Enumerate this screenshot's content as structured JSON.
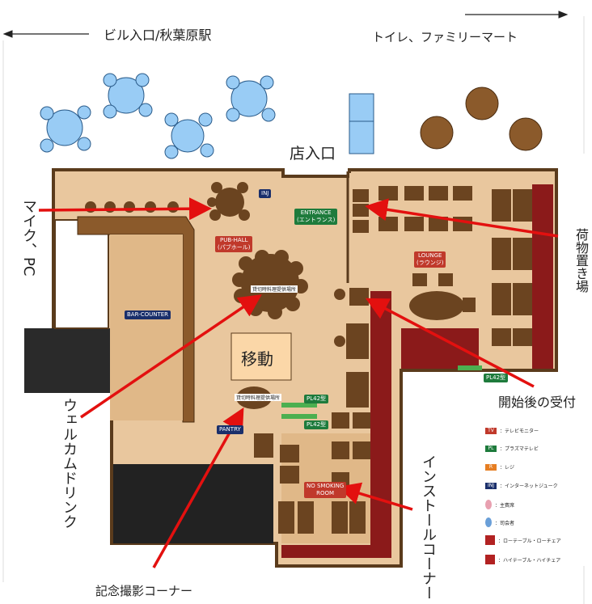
{
  "outside": {
    "left_arrow_label": "ビル入口/秋葉原駅",
    "right_arrow_label": "トイレ、ファミリーマート",
    "entrance_label": "店入口"
  },
  "rooms": {
    "entrance": {
      "title": "ENTRANCE",
      "sub": "(エントランス)"
    },
    "pub_hall": {
      "title": "PUB-HALL",
      "sub": "(パブホール)"
    },
    "lounge": {
      "title": "LOUNGE",
      "sub": "(ラウンジ)"
    },
    "bar_counter": "BAR-COUNTER",
    "pantry": "PANTRY",
    "no_smoking": {
      "line1": "NO SMOKING",
      "line2": "ROOM"
    },
    "inj": "INJ",
    "pl42_1": "PL42型",
    "pl42_2": "PL42型",
    "pl42_3": "PL42型",
    "table_tag_1": "貸切時料理提供場所",
    "table_tag_2": "貸切時料理提供場所"
  },
  "annotations": {
    "move": "移動",
    "mic_pc": "マイク、PC",
    "luggage": "荷物置き場",
    "reception": "開始後の受付",
    "welcome_drink": "ウェルカムドリンク",
    "install_corner": "インストールコーナー",
    "photo_corner": "記念撮影コーナー"
  },
  "legend": [
    {
      "code": "TV",
      "label": "：テレビモニター",
      "color": "#c0392b"
    },
    {
      "code": "PL",
      "label": "：プラズマテレビ",
      "color": "#1e7b3c"
    },
    {
      "code": "R",
      "label": "：レジ",
      "color": "#e67e22"
    },
    {
      "code": "INJ",
      "label": "：インターネットジューク",
      "color": "#1a2f6b"
    },
    {
      "code": "",
      "label": "：主賓席",
      "color": "#e8a0b0"
    },
    {
      "code": "",
      "label": "：司会者",
      "color": "#6a9fd8"
    },
    {
      "code": "",
      "label": "：ローテーブル・ローチェア",
      "color": "#b22222"
    },
    {
      "code": "",
      "label": "：ハイテーブル・ハイチェア",
      "color": "#b22222"
    }
  ],
  "colors": {
    "floor": "#e9c79e",
    "wall": "#5a3b1c",
    "furniture": "#6b4420",
    "carpet": "#8b1a1a",
    "blue_table": "#99ccf5",
    "arrow": "#e3100f"
  }
}
